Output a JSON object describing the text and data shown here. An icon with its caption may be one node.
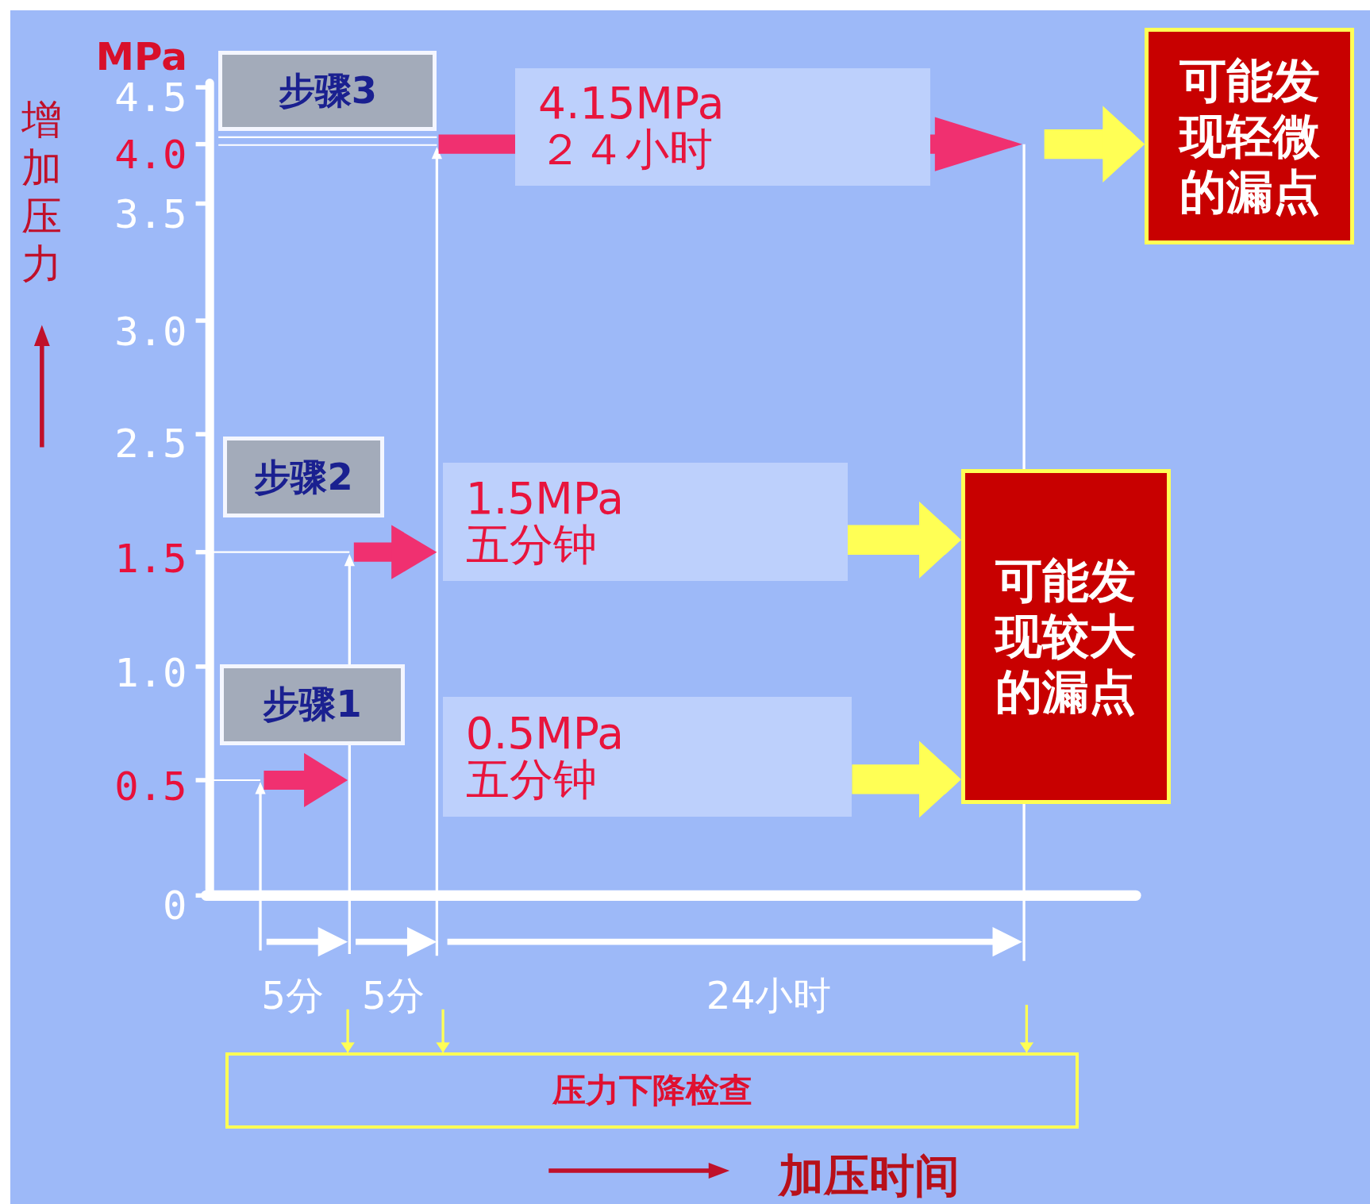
{
  "diagram": {
    "nodes": [
      {
        "text": [
          "步骤3"
        ]
      },
      {
        "text": [
          "4.15MPa",
          "２４小时"
        ]
      },
      {
        "text": [
          "可能发现轻微的漏点"
        ]
      },
      {
        "text": [
          "步骤2"
        ]
      },
      {
        "text": [
          "1.5MPa",
          "五分钟"
        ]
      },
      {
        "text": [
          "可能发现较大的漏点"
        ]
      },
      {
        "text": [
          "步骤1"
        ]
      },
      {
        "text": [
          "0.5MPa",
          "五分钟"
        ]
      },
      {
        "text": [
          "压力下降检查"
        ]
      }
    ],
    "edges": [
      {
        "from": null,
        "to": 2,
        "arrow": "to",
        "style": "thick"
      },
      {
        "from": 4,
        "to": 5,
        "arrow": "to",
        "style": "thick"
      },
      {
        "from": 7,
        "to": 5,
        "arrow": "to",
        "style": "thick"
      },
      {
        "from": null,
        "to": 8,
        "arrow": "to"
      },
      {
        "from": null,
        "to": 8,
        "arrow": "to"
      },
      {
        "from": null,
        "to": 8,
        "arrow": "to"
      }
    ],
    "labels": [
      "MPa",
      "增加压力",
      "4.5",
      "4.0",
      "3.5",
      "3.0",
      "2.5",
      "1.5",
      "1.0",
      "0.5",
      "0",
      "5分",
      "5分",
      "24小时",
      "加压时间"
    ]
  }
}
